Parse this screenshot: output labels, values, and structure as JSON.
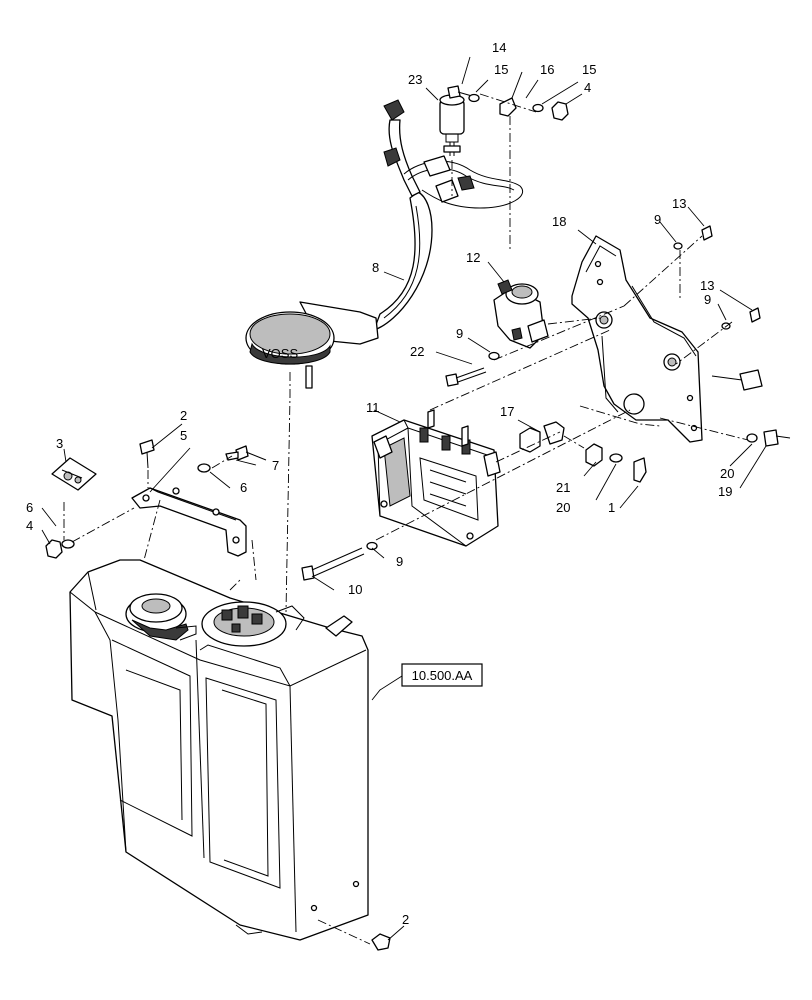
{
  "reference_box": "10.500.AA",
  "vendor_mark": "VOSS",
  "callouts": [
    {
      "id": "c14",
      "text": "14"
    },
    {
      "id": "c15a",
      "text": "15"
    },
    {
      "id": "c16",
      "text": "16"
    },
    {
      "id": "c15b",
      "text": "15"
    },
    {
      "id": "c23",
      "text": "23"
    },
    {
      "id": "c4a",
      "text": "4"
    },
    {
      "id": "c13a",
      "text": "13"
    },
    {
      "id": "c9a",
      "text": "9"
    },
    {
      "id": "c18",
      "text": "18"
    },
    {
      "id": "c8",
      "text": "8"
    },
    {
      "id": "c12",
      "text": "12"
    },
    {
      "id": "c13b",
      "text": "13"
    },
    {
      "id": "c9b",
      "text": "9"
    },
    {
      "id": "c9c",
      "text": "9"
    },
    {
      "id": "c22",
      "text": "22"
    },
    {
      "id": "c11",
      "text": "11"
    },
    {
      "id": "c17",
      "text": "17"
    },
    {
      "id": "c2a",
      "text": "2"
    },
    {
      "id": "c5",
      "text": "5"
    },
    {
      "id": "c3",
      "text": "3"
    },
    {
      "id": "c7",
      "text": "7"
    },
    {
      "id": "c6a",
      "text": "6"
    },
    {
      "id": "c21",
      "text": "21"
    },
    {
      "id": "c20a",
      "text": "20"
    },
    {
      "id": "c20b",
      "text": "20"
    },
    {
      "id": "c19",
      "text": "19"
    },
    {
      "id": "c6b",
      "text": "6"
    },
    {
      "id": "c1",
      "text": "1"
    },
    {
      "id": "c4b",
      "text": "4"
    },
    {
      "id": "c9d",
      "text": "9"
    },
    {
      "id": "c10",
      "text": "10"
    },
    {
      "id": "c2b",
      "text": "2"
    }
  ]
}
